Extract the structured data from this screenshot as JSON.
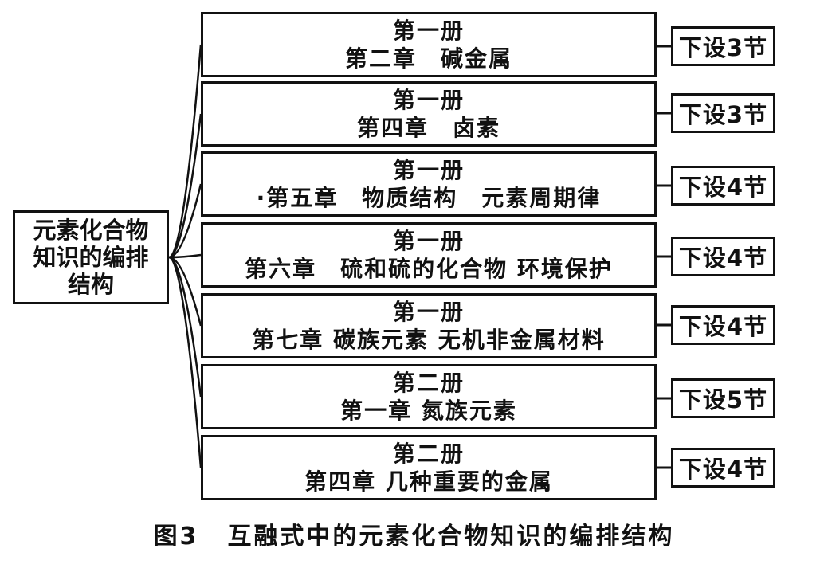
{
  "root": {
    "lines": [
      "元素化合物",
      "知识的编排",
      "结构"
    ]
  },
  "chapters": [
    {
      "volume": "第一册",
      "chapter": "第二章　碱金属",
      "note": "下设3节"
    },
    {
      "volume": "第一册",
      "chapter": "第四章　卤素",
      "note": "下设3节"
    },
    {
      "volume": "第一册",
      "chapter": "·第五章　物质结构　元素周期律",
      "note": "下设4节"
    },
    {
      "volume": "第一册",
      "chapter": "第六章　硫和硫的化合物 环境保护",
      "note": "下设4节"
    },
    {
      "volume": "第一册",
      "chapter": "第七章 碳族元素 无机非金属材料",
      "note": "下设4节"
    },
    {
      "volume": "第二册",
      "chapter": "第一章 氮族元素",
      "note": "下设5节"
    },
    {
      "volume": "第二册",
      "chapter": "第四章 几种重要的金属",
      "note": "下设4节"
    }
  ],
  "caption": {
    "number": "图3",
    "text": "互融式中的元素化合物知识的编排结构"
  }
}
